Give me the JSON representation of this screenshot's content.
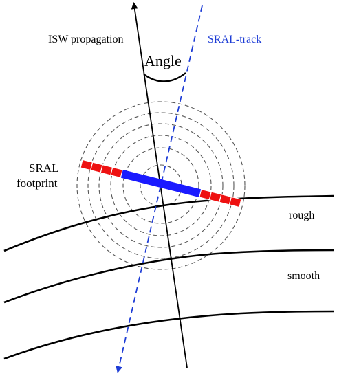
{
  "labels": {
    "isw_propagation": "ISW propagation",
    "sral_track": "SRAL-track",
    "angle": "Angle",
    "sral_footprint_line1": "SRAL",
    "sral_footprint_line2": "footprint",
    "rough": "rough",
    "smooth": "smooth"
  },
  "colors": {
    "line": "#000000",
    "sral_track": "#1e3dd6",
    "footprint_center": "#1a1aff",
    "footprint_cells": "#ee1111",
    "dashed_rings": "#555555",
    "background": "#ffffff"
  },
  "footprint": {
    "center_cells": 1,
    "side_cells_each": 4
  },
  "rings": {
    "count": 6,
    "style": "dashed"
  }
}
